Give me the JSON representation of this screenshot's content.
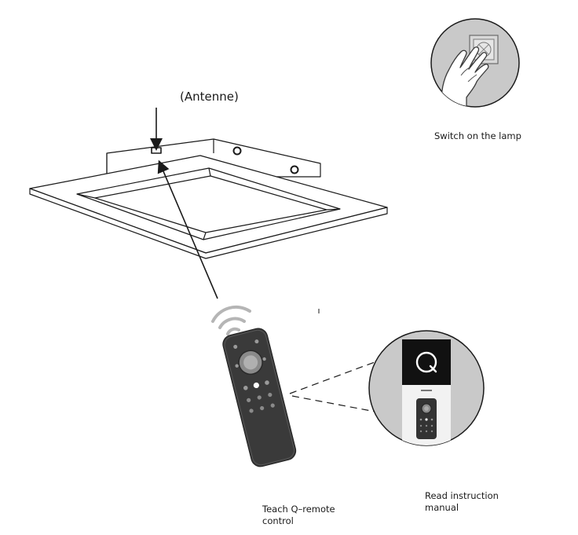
{
  "labels": {
    "antenna": "(Antenne)",
    "switch_on": "Switch on the lamp",
    "teach_line1": "Teach  Q–remote",
    "teach_line2": "control",
    "read_line1": "Read  instruction",
    "read_line2": "manual"
  },
  "manual": {
    "logo_letter": "Q"
  },
  "icons": {
    "lamp": "ceiling-panel-lamp-illustration",
    "antenna_marker": "antenna-box",
    "hand_switch": "hand-pressing-wall-switch",
    "remote": "q-remote-control",
    "signal": "wireless-signal-icon",
    "manual": "instruction-manual-thumbnail"
  },
  "colors": {
    "line": "#1a1a1a",
    "circle_fill": "#c9c9c9",
    "remote_body": "#3a3a3a",
    "manual_dark": "#111111"
  }
}
